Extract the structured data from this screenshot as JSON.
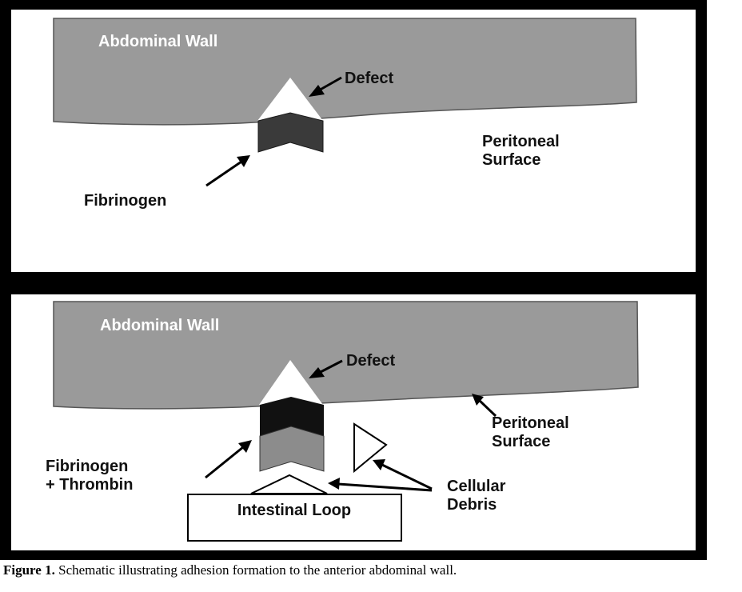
{
  "panel_top": {
    "wall_label": "Abdominal Wall",
    "defect_label": "Defect",
    "surface_label_line1": "Peritoneal",
    "surface_label_line2": "Surface",
    "fibrinogen_label": "Fibrinogen"
  },
  "panel_bottom": {
    "wall_label": "Abdominal Wall",
    "defect_label": "Defect",
    "surface_label_line1": "Peritoneal",
    "surface_label_line2": "Surface",
    "plug_label_line1": "Fibrinogen",
    "plug_label_line2": "+ Thrombin",
    "debris_label_line1": "Cellular",
    "debris_label_line2": "Debris",
    "intestine_label": "Intestinal Loop"
  },
  "caption": {
    "prefix": "Figure 1.",
    "text": " Schematic illustrating adhesion formation to the anterior abdominal wall."
  },
  "colors": {
    "frame": "#000000",
    "wall_gray": "#9a9a9a",
    "fibrinogen_dark": "#3a3a3a",
    "thrombin_black": "#111111",
    "fibrinogen_mid": "#8c8c8c"
  }
}
